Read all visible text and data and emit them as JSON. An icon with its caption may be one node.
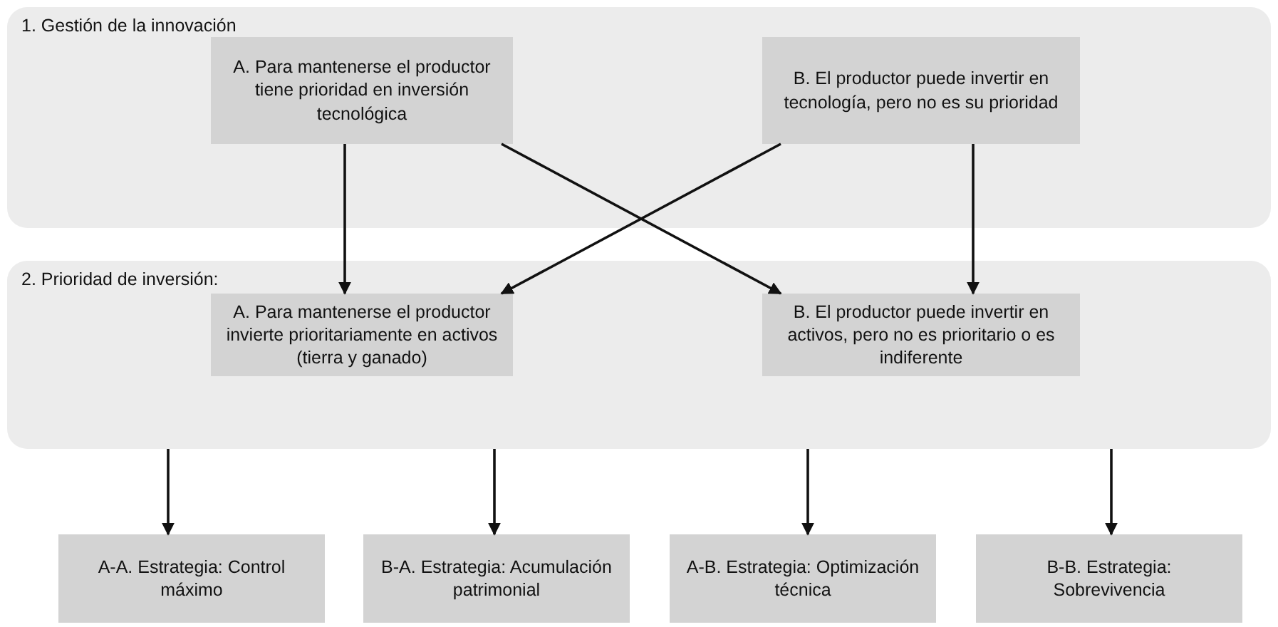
{
  "diagram": {
    "nodes": [
      {
        "text": [
          "1. Gestión de la innovación"
        ]
      },
      {
        "text": [
          "A. Para mantenerse el productor tiene prioridad en inversión tecnológica"
        ],
        "in": 0
      },
      {
        "text": [
          "B. El productor puede invertir en tecnología, pero no es su prioridad"
        ],
        "in": 0
      },
      {
        "text": [
          "2. Prioridad de inversión:"
        ]
      },
      {
        "text": [
          "A. Para mantenerse el productor invierte prioritariamente en activos (tierra y ganado)"
        ],
        "in": 3
      },
      {
        "text": [
          "B. El productor puede invertir en activos, pero no es prioritario o es indiferente"
        ],
        "in": 3
      },
      {
        "text": [
          "A-A. Estrategia: Control máximo"
        ]
      },
      {
        "text": [
          "B-A. Estrategia: Acumulación patrimonial"
        ]
      },
      {
        "text": [
          "A-B. Estrategia: Optimización técnica"
        ]
      },
      {
        "text": [
          "B-B. Estrategia: Sobrevivencia"
        ]
      }
    ],
    "edges": [
      {
        "from": 1,
        "to": 4,
        "arrow": "to"
      },
      {
        "from": 1,
        "to": 5,
        "arrow": "to"
      },
      {
        "from": 2,
        "to": 4,
        "arrow": "to"
      },
      {
        "from": 2,
        "to": 5,
        "arrow": "to"
      },
      {
        "from": 3,
        "to": 6,
        "arrow": "to"
      },
      {
        "from": 3,
        "to": 7,
        "arrow": "to"
      },
      {
        "from": 3,
        "to": 8,
        "arrow": "to"
      },
      {
        "from": 3,
        "to": 9,
        "arrow": "to"
      }
    ]
  }
}
